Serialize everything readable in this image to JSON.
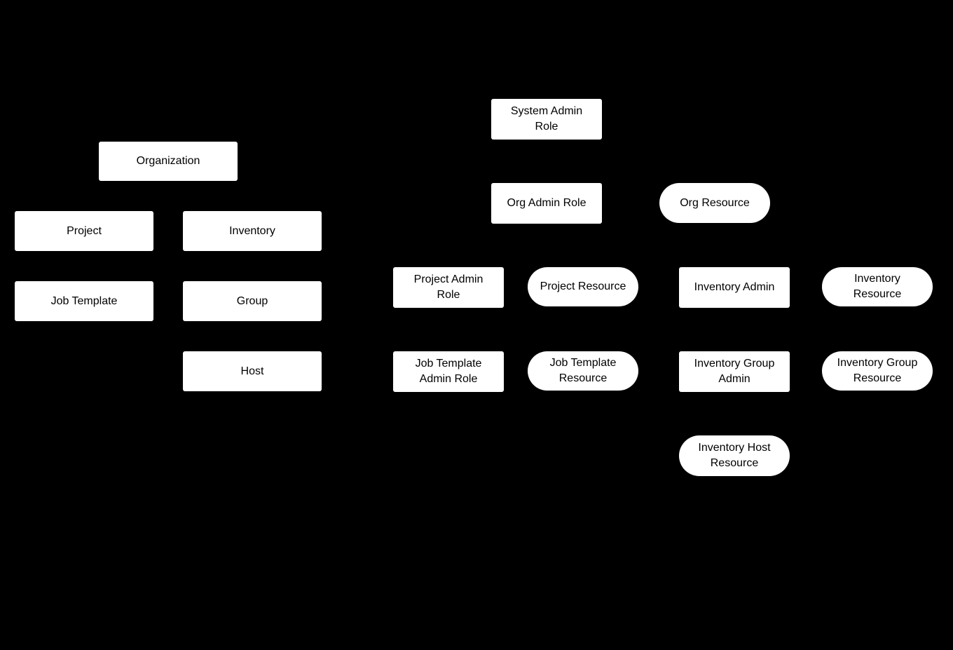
{
  "diagram": {
    "title": "RBAC roles and resources diagram",
    "colors": {
      "background": "#000000",
      "node_fill": "#ffffff",
      "node_text": "#000000"
    },
    "nodes": [
      {
        "id": "organization",
        "shape": "rect",
        "label": "Organization"
      },
      {
        "id": "project",
        "shape": "rect",
        "label": "Project"
      },
      {
        "id": "inventory",
        "shape": "rect",
        "label": "Inventory"
      },
      {
        "id": "job-template",
        "shape": "rect",
        "label": "Job Template"
      },
      {
        "id": "group",
        "shape": "rect",
        "label": "Group"
      },
      {
        "id": "host",
        "shape": "rect",
        "label": "Host"
      },
      {
        "id": "system-admin-role",
        "shape": "rect",
        "label": "System Admin\nRole"
      },
      {
        "id": "org-admin-role",
        "shape": "rect",
        "label": "Org Admin Role"
      },
      {
        "id": "org-resource",
        "shape": "stadium",
        "label": "Org Resource"
      },
      {
        "id": "project-admin-role",
        "shape": "rect",
        "label": "Project Admin\nRole"
      },
      {
        "id": "project-resource",
        "shape": "stadium",
        "label": "Project Resource"
      },
      {
        "id": "inventory-admin",
        "shape": "rect",
        "label": "Inventory Admin"
      },
      {
        "id": "inventory-resource",
        "shape": "stadium",
        "label": "Inventory\nResource"
      },
      {
        "id": "job-template-admin-role",
        "shape": "rect",
        "label": "Job Template\nAdmin Role"
      },
      {
        "id": "job-template-resource",
        "shape": "stadium",
        "label": "Job Template\nResource"
      },
      {
        "id": "inventory-group-admin",
        "shape": "rect",
        "label": "Inventory Group\nAdmin"
      },
      {
        "id": "inventory-group-resource",
        "shape": "stadium",
        "label": "Inventory Group\nResource"
      },
      {
        "id": "inventory-host-resource",
        "shape": "stadium",
        "label": "Inventory Host\nResource"
      }
    ]
  }
}
